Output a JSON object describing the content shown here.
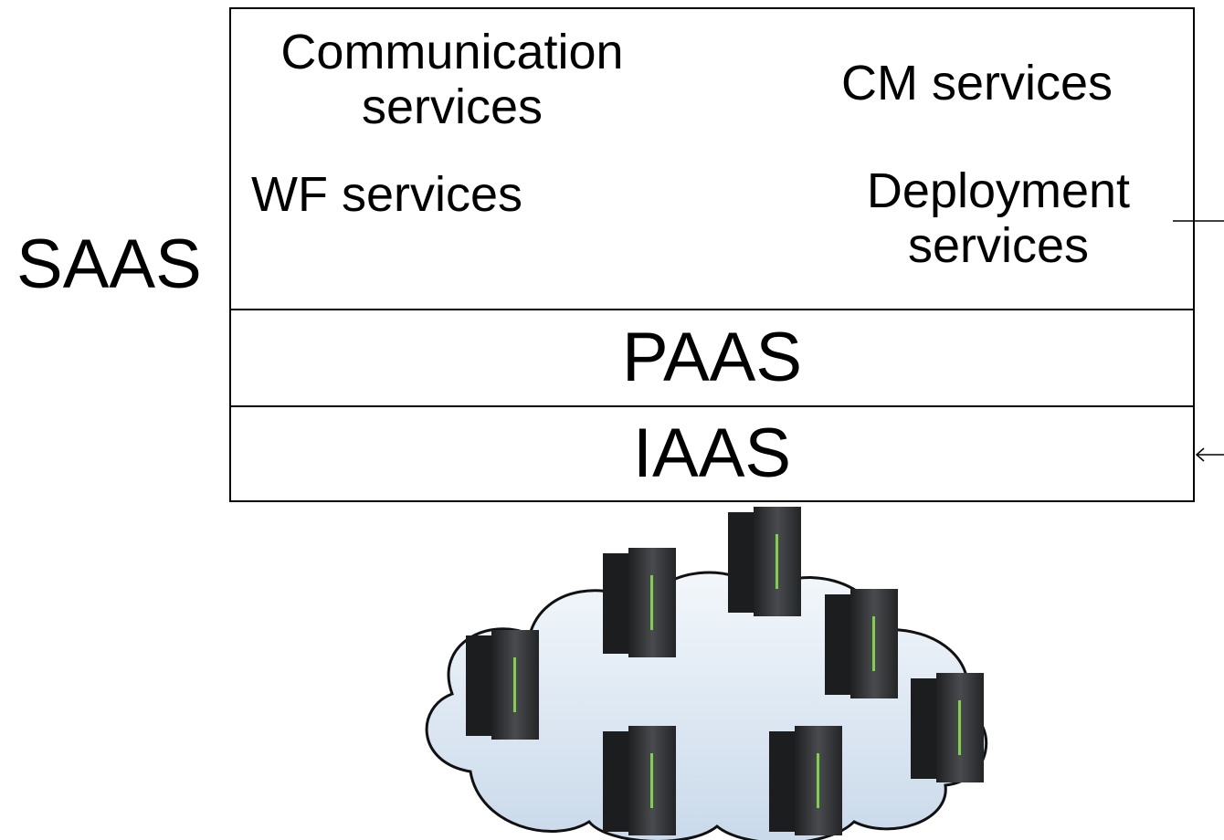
{
  "diagram": {
    "side_label": "SAAS",
    "saas_services": {
      "communication_line1": "Communication",
      "communication_line2": "services",
      "cm": "CM services",
      "wf": "WF services",
      "deployment_line1": "Deployment",
      "deployment_line2": "services"
    },
    "paas": "PAAS",
    "iaas": "IAAS"
  },
  "icons": {
    "arrow": "left-arrow-icon",
    "cloud": "cloud-icon",
    "server": "server-rack-icon"
  },
  "colors": {
    "cloud_fill_top": "#f3f7fb",
    "cloud_fill_bottom": "#c9d9ea",
    "server_body": "#2f3032",
    "server_accent": "#7fd14a"
  }
}
